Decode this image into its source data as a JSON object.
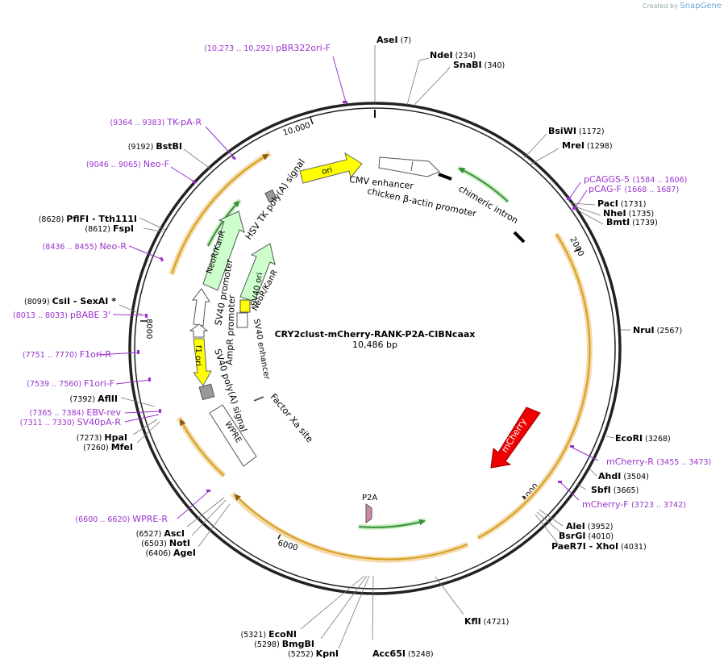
{
  "plasmid": {
    "name": "CRY2clust-mCherry-RANK-P2A-CIBNcaax",
    "length_label": "10,486 bp",
    "length": 10486
  },
  "branding": {
    "created_by": "Created by",
    "app": "SnapGene"
  },
  "colors": {
    "backbone": "#222222",
    "enzyme_text": "#111111",
    "primer": "#9933cc",
    "orf": "#e8a33d",
    "orf_halo": "#f5d9a8",
    "cds_arrow": "#d4a020",
    "green": "#3a8f3a",
    "green_halo": "#c8eec0",
    "mcherry": "#ee0000",
    "ori": "#ffff00",
    "gene_green": "#ccffcc",
    "grey": "#999999",
    "p2a": "#cc88aa"
  },
  "tick_labels": [
    "10,000",
    "2000",
    "4000",
    "6000",
    "8000"
  ],
  "enzymes": [
    {
      "name": "AseI",
      "pos": "(7)"
    },
    {
      "name": "NdeI",
      "pos": "(234)"
    },
    {
      "name": "SnaBI",
      "pos": "(340)"
    },
    {
      "name": "BsiWI",
      "pos": "(1172)"
    },
    {
      "name": "MreI",
      "pos": "(1298)"
    },
    {
      "name": "PacI",
      "pos": "(1731)"
    },
    {
      "name": "NheI",
      "pos": "(1735)"
    },
    {
      "name": "BmtI",
      "pos": "(1739)"
    },
    {
      "name": "NruI",
      "pos": "(2567)"
    },
    {
      "name": "EcoRI",
      "pos": "(3268)"
    },
    {
      "name": "AhdI",
      "pos": "(3504)"
    },
    {
      "name": "SbfI",
      "pos": "(3665)"
    },
    {
      "name": "AleI",
      "pos": "(3952)"
    },
    {
      "name": "BsrGI",
      "pos": "(4010)"
    },
    {
      "name": "PaeR7I",
      "pos": "(4031)",
      "extra": "XhoI"
    },
    {
      "name": "KflI",
      "pos": "(4721)"
    },
    {
      "name": "Acc65I",
      "pos": "(5248)"
    },
    {
      "name": "KpnI",
      "pos": "(5252)"
    },
    {
      "name": "BmgBI",
      "pos": "(5298)"
    },
    {
      "name": "EcoNI",
      "pos": "(5321)"
    },
    {
      "name": "AgeI",
      "pos": "(6406)"
    },
    {
      "name": "NotI",
      "pos": "(6503)"
    },
    {
      "name": "AscI",
      "pos": "(6527)"
    },
    {
      "name": "MfeI",
      "pos": "(7260)"
    },
    {
      "name": "HpaI",
      "pos": "(7273)"
    },
    {
      "name": "AflII",
      "pos": "(7392)"
    },
    {
      "name": "CsiI",
      "pos": "(8099)",
      "extra": "SexAI",
      "star": "*"
    },
    {
      "name": "FspI",
      "pos": "(8612)"
    },
    {
      "name": "PflFI",
      "pos": "(8628)",
      "extra": "Tth111I"
    },
    {
      "name": "BstBI",
      "pos": "(9192)"
    }
  ],
  "primers": [
    {
      "name": "pBR322ori-F",
      "range": "(10,273 .. 10,292)"
    },
    {
      "name": "TK-pA-R",
      "range": "(9364 .. 9383)"
    },
    {
      "name": "Neo-F",
      "range": "(9046 .. 9065)"
    },
    {
      "name": "Neo-R",
      "range": "(8436 .. 8455)"
    },
    {
      "name": "pBABE 3'",
      "range": "(8013 .. 8033)"
    },
    {
      "name": "F1ori-R",
      "range": "(7751 .. 7770)"
    },
    {
      "name": "F1ori-F",
      "range": "(7539 .. 7560)"
    },
    {
      "name": "EBV-rev",
      "range": "(7365 .. 7384)"
    },
    {
      "name": "SV40pA-R",
      "range": "(7311 .. 7330)"
    },
    {
      "name": "WPRE-R",
      "range": "(6600 .. 6620)"
    },
    {
      "name": "pCAGGS-5",
      "range": "(1584 .. 1606)"
    },
    {
      "name": "pCAG-F",
      "range": "(1668 .. 1687)"
    },
    {
      "name": "mCherry-R",
      "range": "(3455 .. 3473)"
    },
    {
      "name": "mCherry-F",
      "range": "(3723 .. 3742)"
    }
  ],
  "features": {
    "ori": "ori",
    "cmv": "CMV enhancer",
    "cba": "chicken β-actin promoter",
    "intron": "chimeric intron",
    "hsv": "HSV TK poly(A) signal",
    "neo1": "NeoR/KanR",
    "neo2": "NeoR/KanR",
    "sv40p": "SV40 promoter",
    "ampr": "AmpR promoter",
    "sv40ori": "SV40 ori",
    "sv40enh": "SV40 enhancer",
    "f1": "f1 ori",
    "sv40pa": "SV40 poly(A) signal",
    "wpre": "WPRE",
    "factorxa": "Factor Xa site",
    "mcherry": "mCherry",
    "p2a": "P2A"
  }
}
